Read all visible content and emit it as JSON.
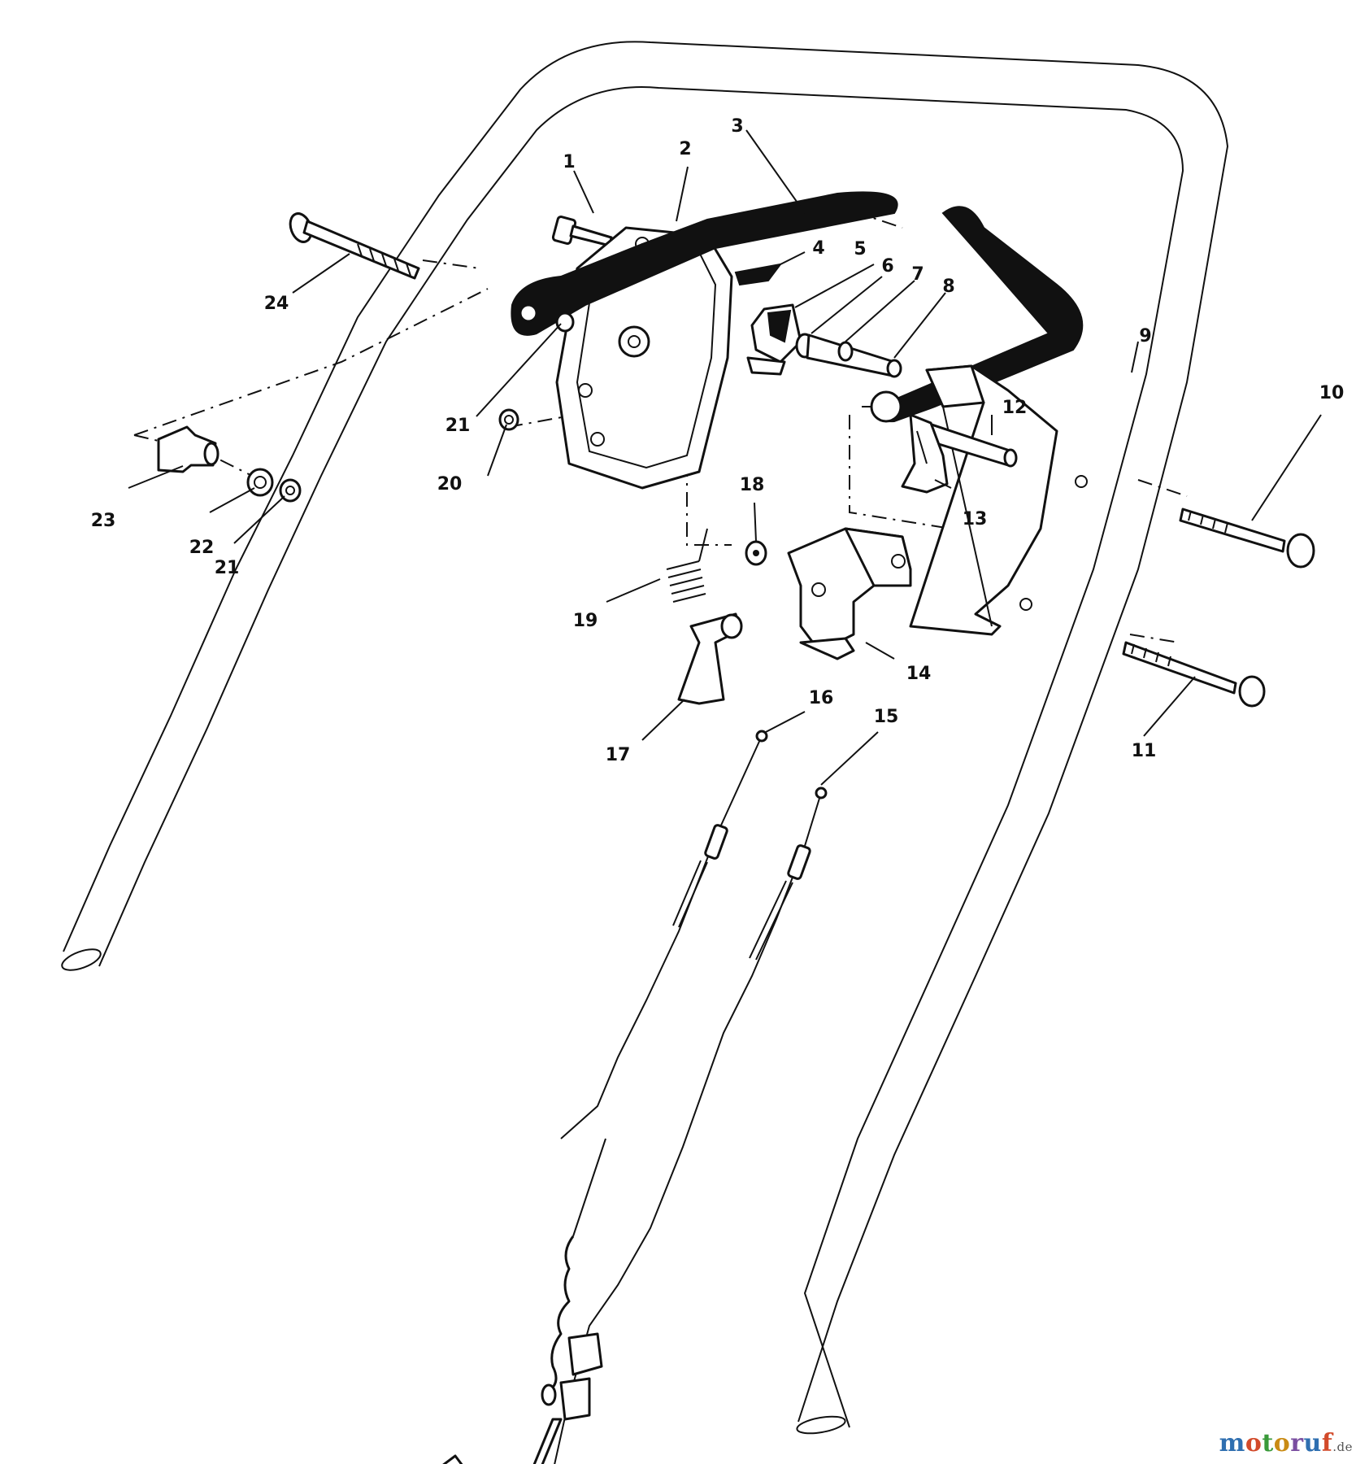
{
  "diagram": {
    "callouts": [
      {
        "id": "p1",
        "label": "1"
      },
      {
        "id": "p2",
        "label": "2"
      },
      {
        "id": "p3",
        "label": "3"
      },
      {
        "id": "p4",
        "label": "4"
      },
      {
        "id": "p5",
        "label": "5"
      },
      {
        "id": "p6",
        "label": "6"
      },
      {
        "id": "p7",
        "label": "7"
      },
      {
        "id": "p8",
        "label": "8"
      },
      {
        "id": "p9",
        "label": "9"
      },
      {
        "id": "p10",
        "label": "10"
      },
      {
        "id": "p11",
        "label": "11"
      },
      {
        "id": "p12",
        "label": "12"
      },
      {
        "id": "p13",
        "label": "13"
      },
      {
        "id": "p14",
        "label": "14"
      },
      {
        "id": "p15",
        "label": "15"
      },
      {
        "id": "p16",
        "label": "16"
      },
      {
        "id": "p17",
        "label": "17"
      },
      {
        "id": "p18",
        "label": "18"
      },
      {
        "id": "p19",
        "label": "19"
      },
      {
        "id": "p20",
        "label": "20"
      },
      {
        "id": "p21a",
        "label": "21"
      },
      {
        "id": "p21b",
        "label": "21"
      },
      {
        "id": "p22",
        "label": "22"
      },
      {
        "id": "p23",
        "label": "23"
      },
      {
        "id": "p24",
        "label": "24"
      }
    ]
  },
  "watermark": {
    "parts": [
      "m",
      "o",
      "t",
      "o",
      "r",
      "u",
      "f"
    ],
    "suffix": ".de"
  }
}
